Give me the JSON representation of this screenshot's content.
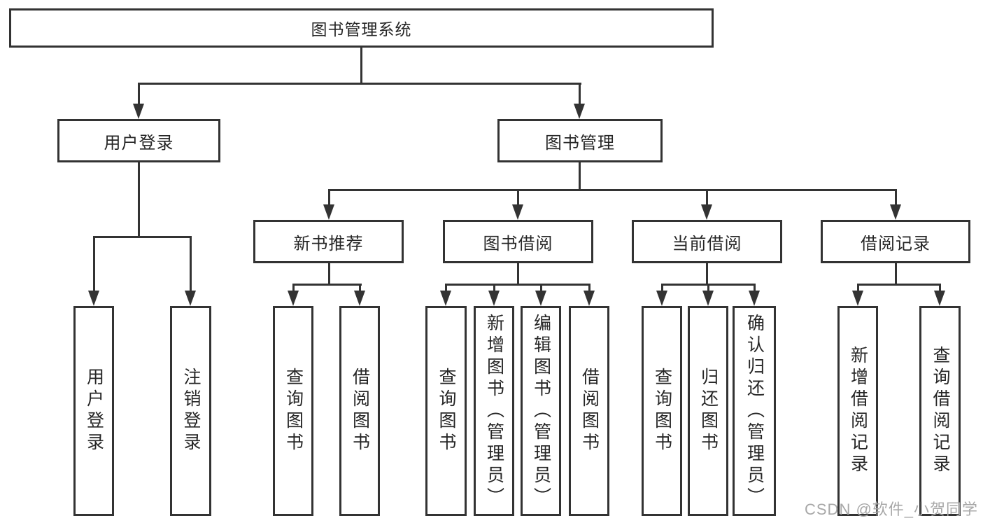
{
  "diagram": {
    "root": {
      "label": "图书管理系统"
    },
    "branches": [
      {
        "label": "用户登录",
        "children": [
          {
            "label": "用户登录"
          },
          {
            "label": "注销登录"
          }
        ]
      },
      {
        "label": "图书管理",
        "children": [
          {
            "label": "新书推荐",
            "children": [
              {
                "label": "查询图书"
              },
              {
                "label": "借阅图书"
              }
            ]
          },
          {
            "label": "图书借阅",
            "children": [
              {
                "label": "查询图书"
              },
              {
                "label": "新增图书（管理员）"
              },
              {
                "label": "编辑图书（管理员）"
              },
              {
                "label": "借阅图书"
              }
            ]
          },
          {
            "label": "当前借阅",
            "children": [
              {
                "label": "查询图书"
              },
              {
                "label": "归还图书"
              },
              {
                "label": "确认归还（管理员）"
              }
            ]
          },
          {
            "label": "借阅记录",
            "children": [
              {
                "label": "新增借阅记录"
              },
              {
                "label": "查询借阅记录"
              }
            ]
          }
        ]
      }
    ]
  },
  "watermark": {
    "text": "CSDN @软件_小贺同学"
  },
  "colors": {
    "line": "#333333",
    "text": "#262626",
    "watermark": "#a8a8a8",
    "background": "#ffffff"
  }
}
